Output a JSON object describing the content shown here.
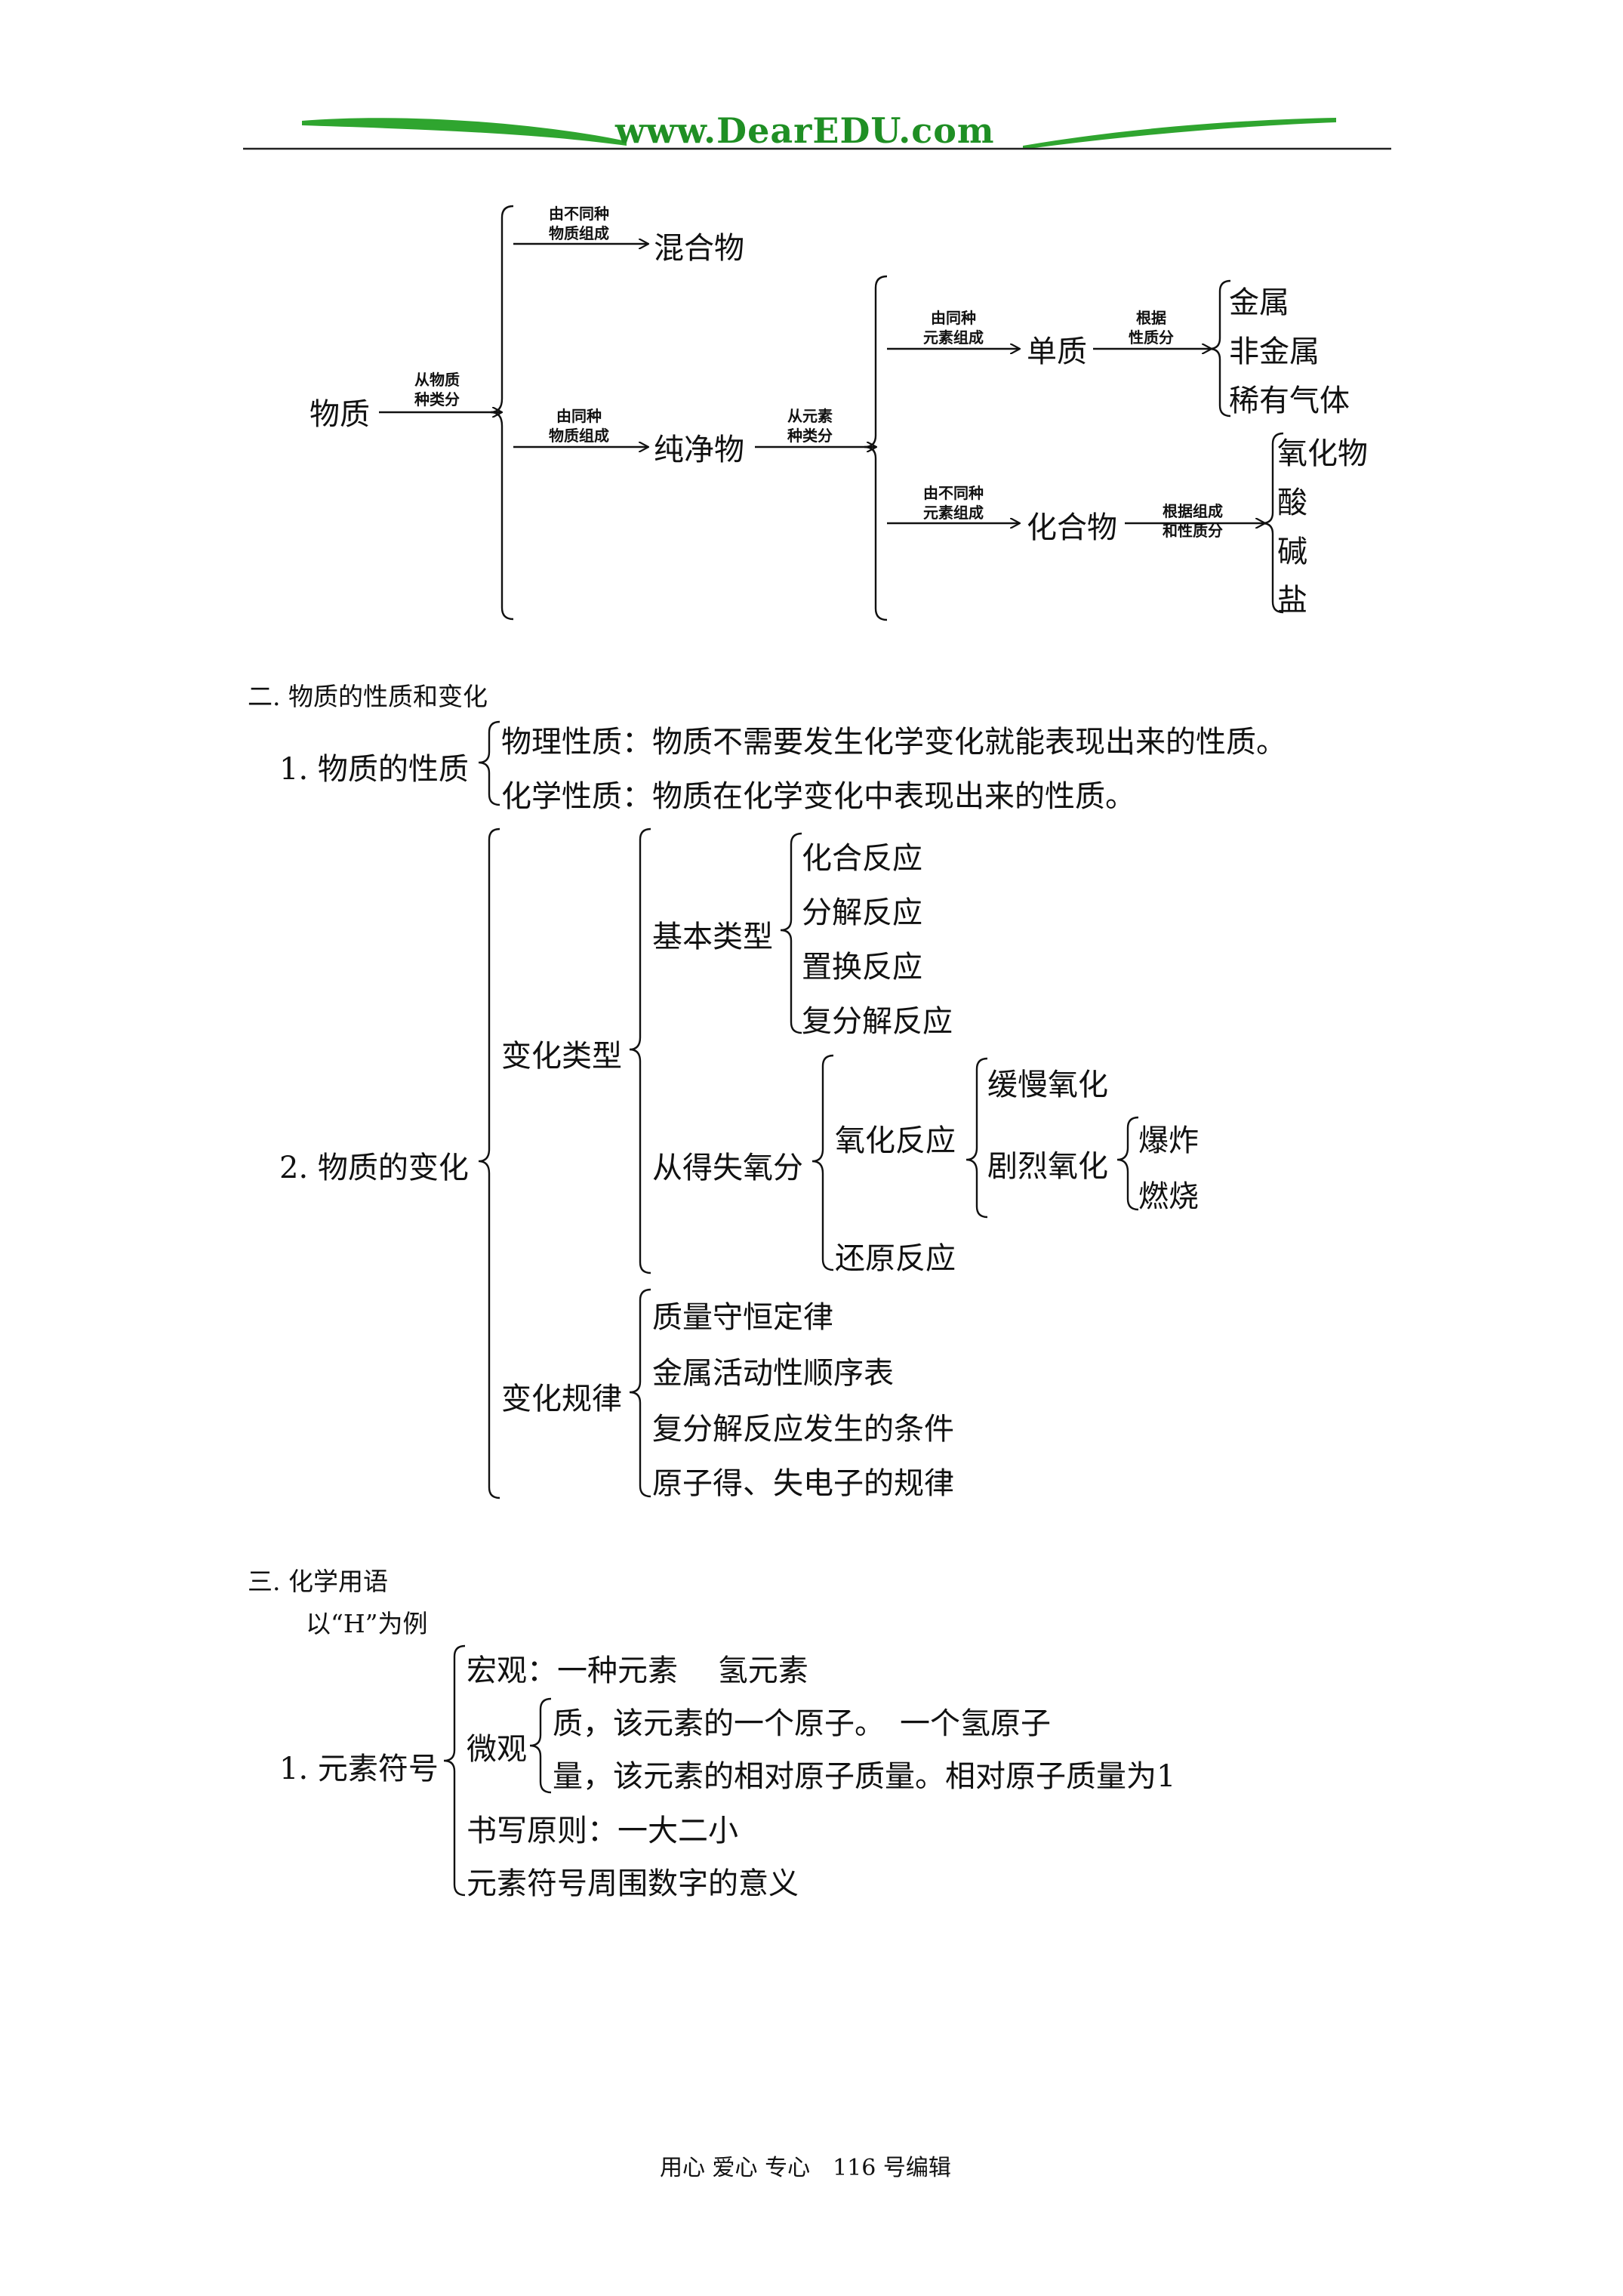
{
  "header": {
    "site": "www.DearEDU.com"
  },
  "tree1": {
    "root": "物质",
    "root_edge": [
      "从物质",
      "种类分"
    ],
    "mixture_edge": [
      "由不同种",
      "物质组成"
    ],
    "mixture": "混合物",
    "pure_edge": [
      "由同种",
      "物质组成"
    ],
    "pure": "纯净物",
    "pure_split_edge": [
      "从元素",
      "种类分"
    ],
    "elem_edge": [
      "由同种",
      "元素组成"
    ],
    "elemental": "单质",
    "elemental_edge": [
      "根据",
      "性质分"
    ],
    "elemental_kinds": [
      "金属",
      "非金属",
      "稀有气体"
    ],
    "compound_edge": [
      "由不同种",
      "元素组成"
    ],
    "compound": "化合物",
    "compound_split_edge": [
      "根据组成",
      "和性质分"
    ],
    "compound_kinds": [
      "氧化物",
      "酸",
      "碱",
      "盐"
    ]
  },
  "section2": {
    "heading": "二. 物质的性质和变化",
    "properties": {
      "label": "1. 物质的性质",
      "items": [
        "物理性质：物质不需要发生化学变化就能表现出来的性质。",
        "化学性质：物质在化学变化中表现出来的性质。"
      ]
    },
    "changes": {
      "label": "2. 物质的变化",
      "type_label": "变化类型",
      "basic_label": "基本类型",
      "basic_items": [
        "化合反应",
        "分解反应",
        "置换反应",
        "复分解反应"
      ],
      "oxygen_label": "从得失氧分",
      "oxidation": "氧化反应",
      "slow": "缓慢氧化",
      "violent": "剧烈氧化",
      "violent_items": [
        "爆炸",
        "燃烧"
      ],
      "reduction": "还原反应",
      "law_label": "变化规律",
      "law_items": [
        "质量守恒定律",
        "金属活动性顺序表",
        "复分解反应发生的条件",
        "原子得、失电子的规律"
      ]
    }
  },
  "section3": {
    "heading": "三. 化学用语",
    "example": "以“H”为例",
    "symbol": {
      "label": "1. 元素符号",
      "macro": "宏观：一种元素　 氢元素",
      "micro_label": "微观",
      "micro_items": [
        "质，该元素的一个原子。　一个氢原子",
        "量，该元素的相对原子质量。相对原子质量为1"
      ],
      "rule": "书写原则：一大二小",
      "digits": "元素符号周围数字的意义"
    }
  },
  "footer": "用心 爱心 专心　116 号编辑"
}
